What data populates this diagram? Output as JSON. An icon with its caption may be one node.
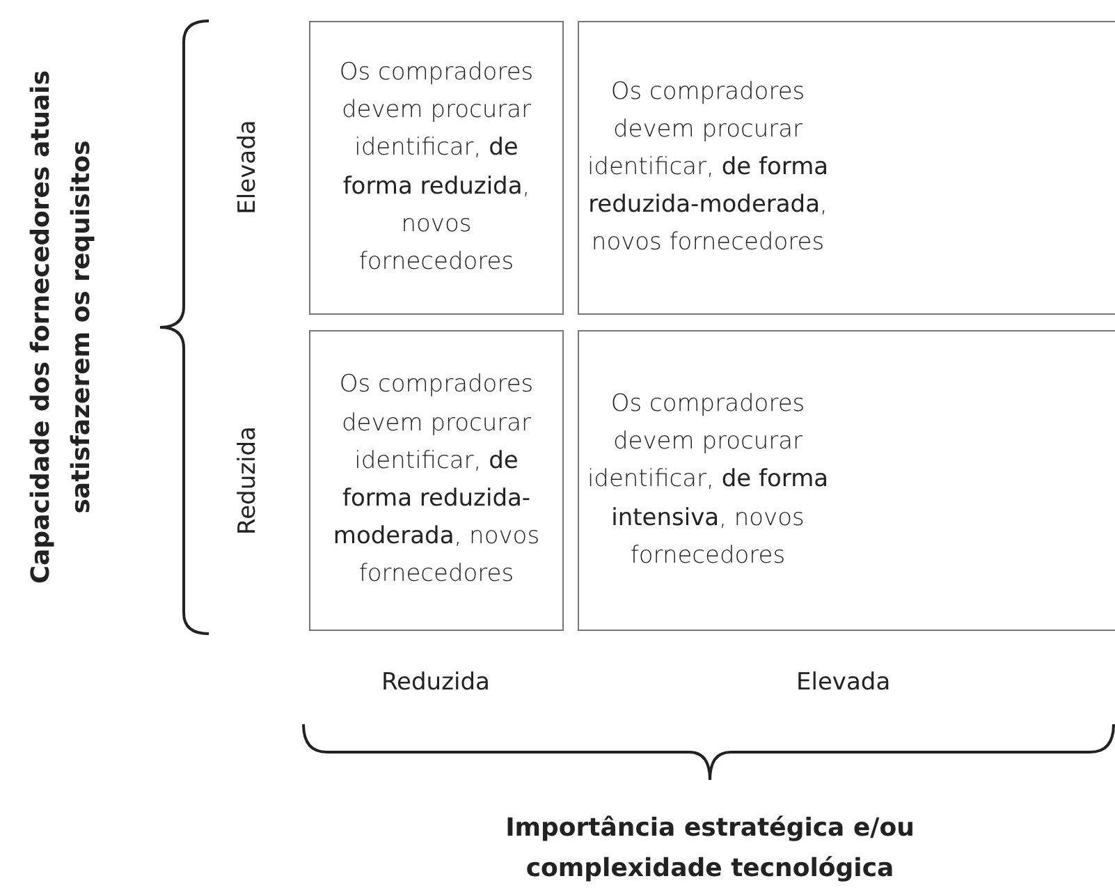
{
  "diagram": {
    "nodes": [
      {
        "text": [
          "Os compradores devem procurar identificar, **de forma reduzida**, novos fornecedores"
        ]
      },
      {
        "text": [
          "Os compradores devem procurar identificar, **de forma reduzida-moderada**, novos fornecedores"
        ]
      },
      {
        "text": [
          "Os compradores devem procurar identificar, **de forma reduzida-moderada**, novos fornecedores"
        ]
      },
      {
        "text": [
          "Os compradores devem procurar identificar, **de forma intensiva**, novos fornecedores"
        ]
      }
    ],
    "labels": [
      "Capacidade dos fornecedores atuais satisfazerem os requisitos",
      "Elevada",
      "Reduzida",
      "Reduzida",
      "Elevada",
      "Importância estratégica e/ou complexidade tecnológica"
    ]
  }
}
